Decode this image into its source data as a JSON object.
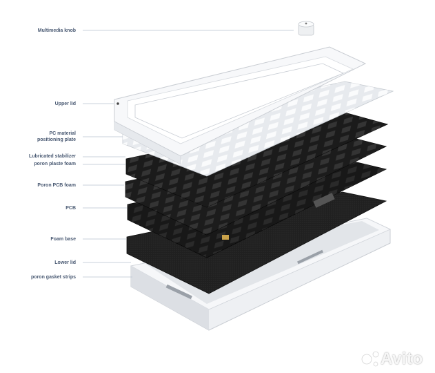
{
  "labels": {
    "multimedia_knob": "Multimedia knob",
    "upper_lid": "Upper lid",
    "pc_plate_line1": "PC material",
    "pc_plate_line2": "positioning plate",
    "stabilizer": "Lubricated stabilizer",
    "plate_foam": "poron plaste foam",
    "pcb_foam": "Poron PCB foam",
    "pcb": "PCB",
    "foam_base": "Foam base",
    "lower_lid": "Lower lid",
    "gasket_strips": "poron gasket strips"
  },
  "watermark": "Avito",
  "colors": {
    "label_text": "#4a5a73",
    "leader_line": "#b9c2cf",
    "case_white": "#f4f5f7",
    "plate_white": "#e9ecf0",
    "foam_black": "#1b1b1b",
    "pcb_black": "#141414",
    "felt_black": "#222222"
  }
}
